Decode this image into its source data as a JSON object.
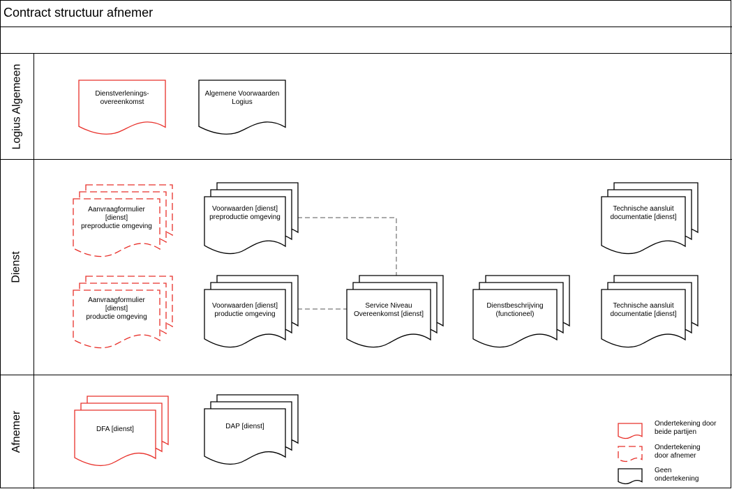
{
  "title": "Contract structuur afnemer",
  "lanes": [
    {
      "key": "logius",
      "label": "Logius Algemeen"
    },
    {
      "key": "dienst",
      "label": "Dienst"
    },
    {
      "key": "afnemer",
      "label": "Afnemer"
    }
  ],
  "documents": {
    "dienstverlening": {
      "lines": [
        "Dienstverlenings-",
        "overeenkomst"
      ],
      "signing": "both"
    },
    "algemene_voorwaarden": {
      "lines": [
        "Algemene Voorwaarden",
        "Logius"
      ],
      "signing": "none"
    },
    "aanvraag_preproductie": {
      "lines": [
        "Aanvraagformulier",
        "[dienst]",
        "preproductie omgeving"
      ],
      "signing": "afnemer"
    },
    "voorwaarden_preproductie": {
      "lines": [
        "Voorwaarden [dienst]",
        "preproductie omgeving"
      ],
      "signing": "none"
    },
    "technische_aansluit_1": {
      "lines": [
        "Technische aansluit",
        "documentatie [dienst]"
      ],
      "signing": "none"
    },
    "aanvraag_productie": {
      "lines": [
        "Aanvraagformulier",
        "[dienst]",
        "productie omgeving"
      ],
      "signing": "afnemer"
    },
    "voorwaarden_productie": {
      "lines": [
        "Voorwaarden [dienst]",
        "productie omgeving"
      ],
      "signing": "none"
    },
    "service_niveau": {
      "lines": [
        "Service Niveau",
        "Overeenkomst [dienst]"
      ],
      "signing": "none"
    },
    "dienstbeschrijving": {
      "lines": [
        "Dienstbeschrijving",
        "(functioneel)"
      ],
      "signing": "none"
    },
    "technische_aansluit_2": {
      "lines": [
        "Technische aansluit",
        "documentatie [dienst]"
      ],
      "signing": "none"
    },
    "dfa": {
      "lines": [
        "DFA [dienst]"
      ],
      "signing": "both"
    },
    "dap": {
      "lines": [
        "DAP [dienst]"
      ],
      "signing": "none"
    }
  },
  "legend": [
    {
      "key": "both",
      "lines": [
        "Ondertekening door",
        "beide partijen"
      ]
    },
    {
      "key": "afnemer",
      "lines": [
        "Ondertekening",
        "door afnemer"
      ]
    },
    {
      "key": "none",
      "lines": [
        "Geen",
        "ondertekening"
      ]
    }
  ],
  "colors": {
    "both": "#e8302a",
    "afnemer": "#e8302a",
    "none": "#000000",
    "connector": "#555555"
  }
}
